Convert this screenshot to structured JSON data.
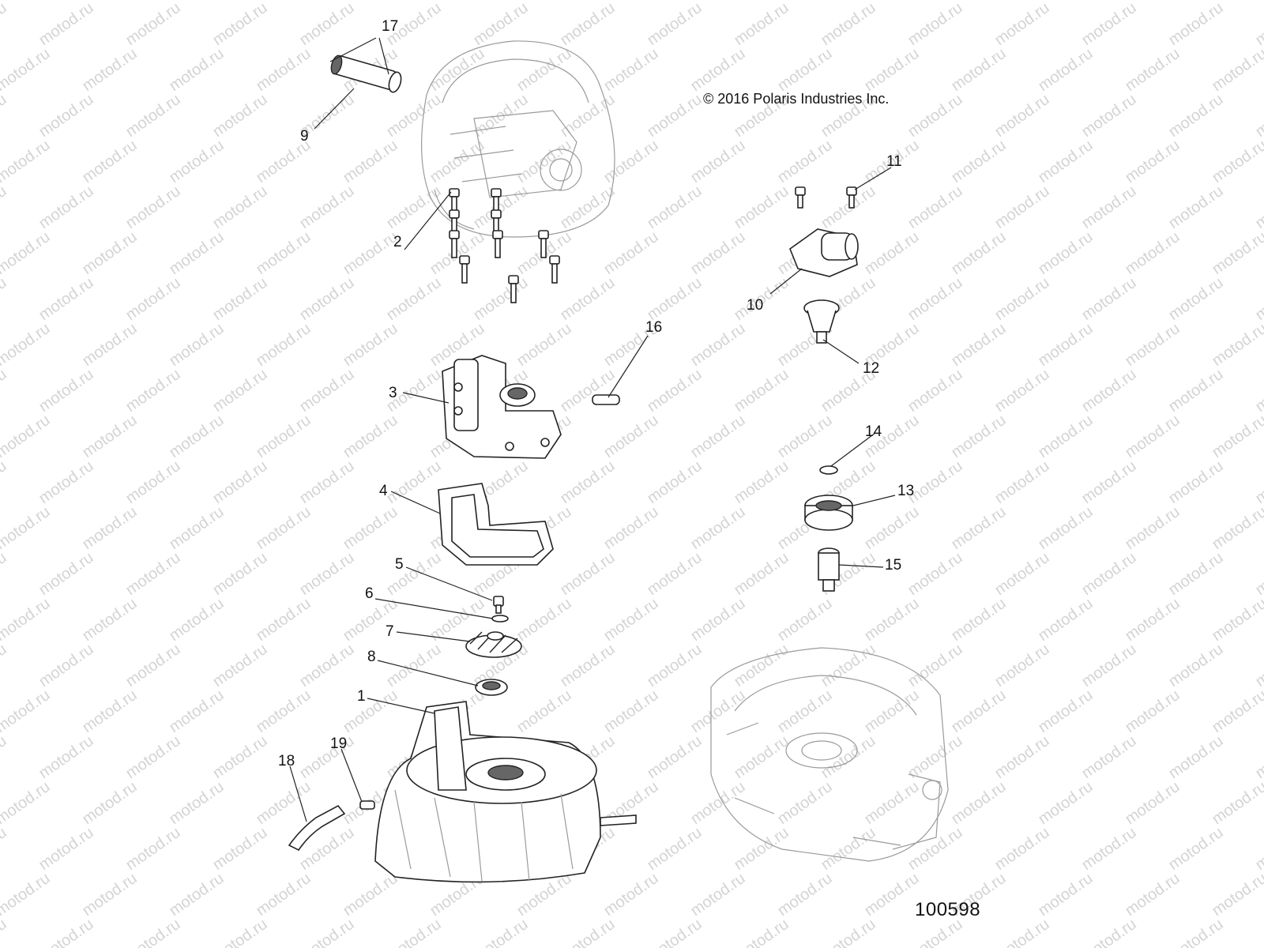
{
  "copyright": "© 2016 Polaris Industries Inc.",
  "diagram_id": "100598",
  "watermark": "motod.ru",
  "callouts": [
    {
      "id": "c1",
      "label": "1"
    },
    {
      "id": "c2",
      "label": "2"
    },
    {
      "id": "c3",
      "label": "3"
    },
    {
      "id": "c4",
      "label": "4"
    },
    {
      "id": "c5",
      "label": "5"
    },
    {
      "id": "c6",
      "label": "6"
    },
    {
      "id": "c7",
      "label": "7"
    },
    {
      "id": "c8",
      "label": "8"
    },
    {
      "id": "c9",
      "label": "9"
    },
    {
      "id": "c10",
      "label": "10"
    },
    {
      "id": "c11",
      "label": "11"
    },
    {
      "id": "c12",
      "label": "12"
    },
    {
      "id": "c13",
      "label": "13"
    },
    {
      "id": "c14",
      "label": "14"
    },
    {
      "id": "c15",
      "label": "15"
    },
    {
      "id": "c16",
      "label": "16"
    },
    {
      "id": "c17",
      "label": "17"
    },
    {
      "id": "c18",
      "label": "18"
    },
    {
      "id": "c19",
      "label": "19"
    }
  ]
}
